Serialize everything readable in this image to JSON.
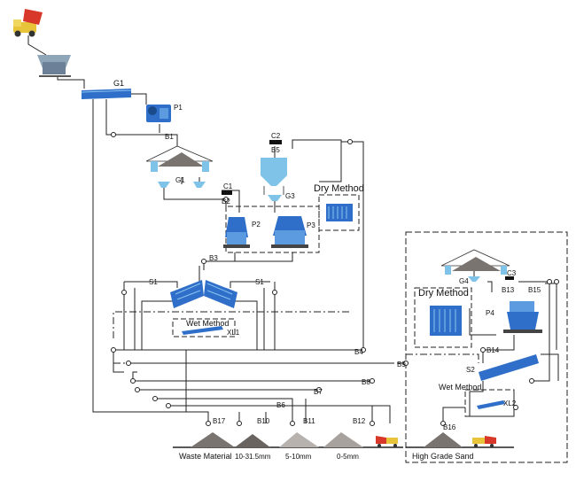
{
  "labels": {
    "G1_top": "G1",
    "P1": "P1",
    "B1": "B1",
    "G1_mid": "G1",
    "C1": "C1",
    "B2": "B2",
    "C2": "C2",
    "B5": "B5",
    "G3": "G3",
    "P2": "P2",
    "P3": "P3",
    "B3": "B3",
    "S1_left": "S1",
    "S1_right": "S1",
    "XL1": "XL1",
    "B4": "B4",
    "B9": "B9",
    "B7": "B7",
    "B8": "B8",
    "B6": "B6",
    "B17": "B17",
    "B10": "B10",
    "B11": "B11",
    "B12": "B12",
    "G4": "G4",
    "C3": "C3",
    "B13": "B13",
    "B15": "B15",
    "P4": "P4",
    "B14": "B14",
    "S2": "S2",
    "XL2": "XL2",
    "B16": "B16"
  },
  "methods": {
    "dry_method_1": "Dry Method",
    "wet_method_1": "Wet Method",
    "dry_method_2": "Dry Method",
    "wet_method_2": "Wet Method"
  },
  "products": {
    "waste": "Waste Material",
    "p1": "10-31.5mm",
    "p2": "5-10mm",
    "p3": "0-5mm",
    "high_grade": "High Grade Sand"
  },
  "colors": {
    "machine_blue": "#2f6fc9",
    "machine_light": "#7fc3e8",
    "line": "#222222",
    "pile": "#7a7470",
    "truck_yellow": "#e8c43a",
    "truck_red": "#d8382a"
  }
}
